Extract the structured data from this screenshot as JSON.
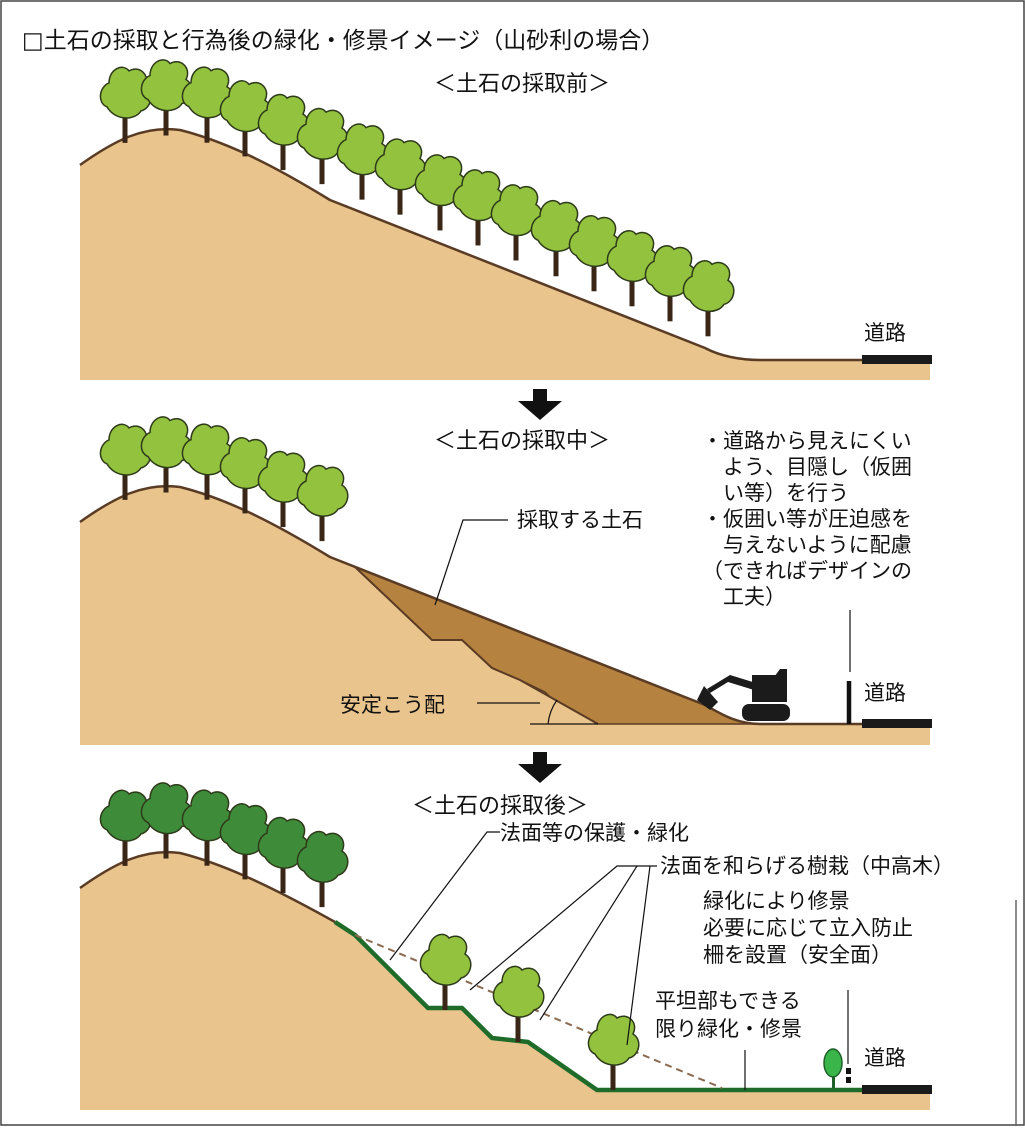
{
  "heading": "□土石の採取と行為後の緑化・修景イメージ（山砂利の場合）",
  "panels": [
    {
      "title": "＜土石の採取前＞",
      "road_label": "道路"
    },
    {
      "title": "＜土石の採取中＞",
      "road_label": "道路",
      "label_extracted_soil": "採取する土石",
      "label_stable_slope": "安定こう配",
      "notes": [
        "・道路から見えにくい",
        "　よう、目隠し（仮囲",
        "　い等）を行う",
        "・仮囲い等が圧迫感を",
        "　与えないように配慮",
        "（できればデザインの",
        "　工夫）"
      ]
    },
    {
      "title": "＜土石の採取後＞",
      "road_label": "道路",
      "label_slope_protection": "法面等の保護・緑化",
      "label_slope_planting": "法面を和らげる樹栽（中高木）",
      "label_landscape": [
        "緑化により修景",
        "必要に応じて立入防止",
        "柵を設置（安全面）"
      ],
      "label_flat": [
        "平坦部もできる",
        "限り緑化・修景"
      ]
    }
  ],
  "colors": {
    "soil": "#e9c48d",
    "ground_line": "#5a3b24",
    "excavated_soil": "#b5823f",
    "tree_light": "#92c23e",
    "tree_dark": "#3e8b3a",
    "trunk": "#3a2616",
    "road": "#1a1a1a",
    "green_line": "#1e6b2a",
    "arrow": "#111111"
  }
}
